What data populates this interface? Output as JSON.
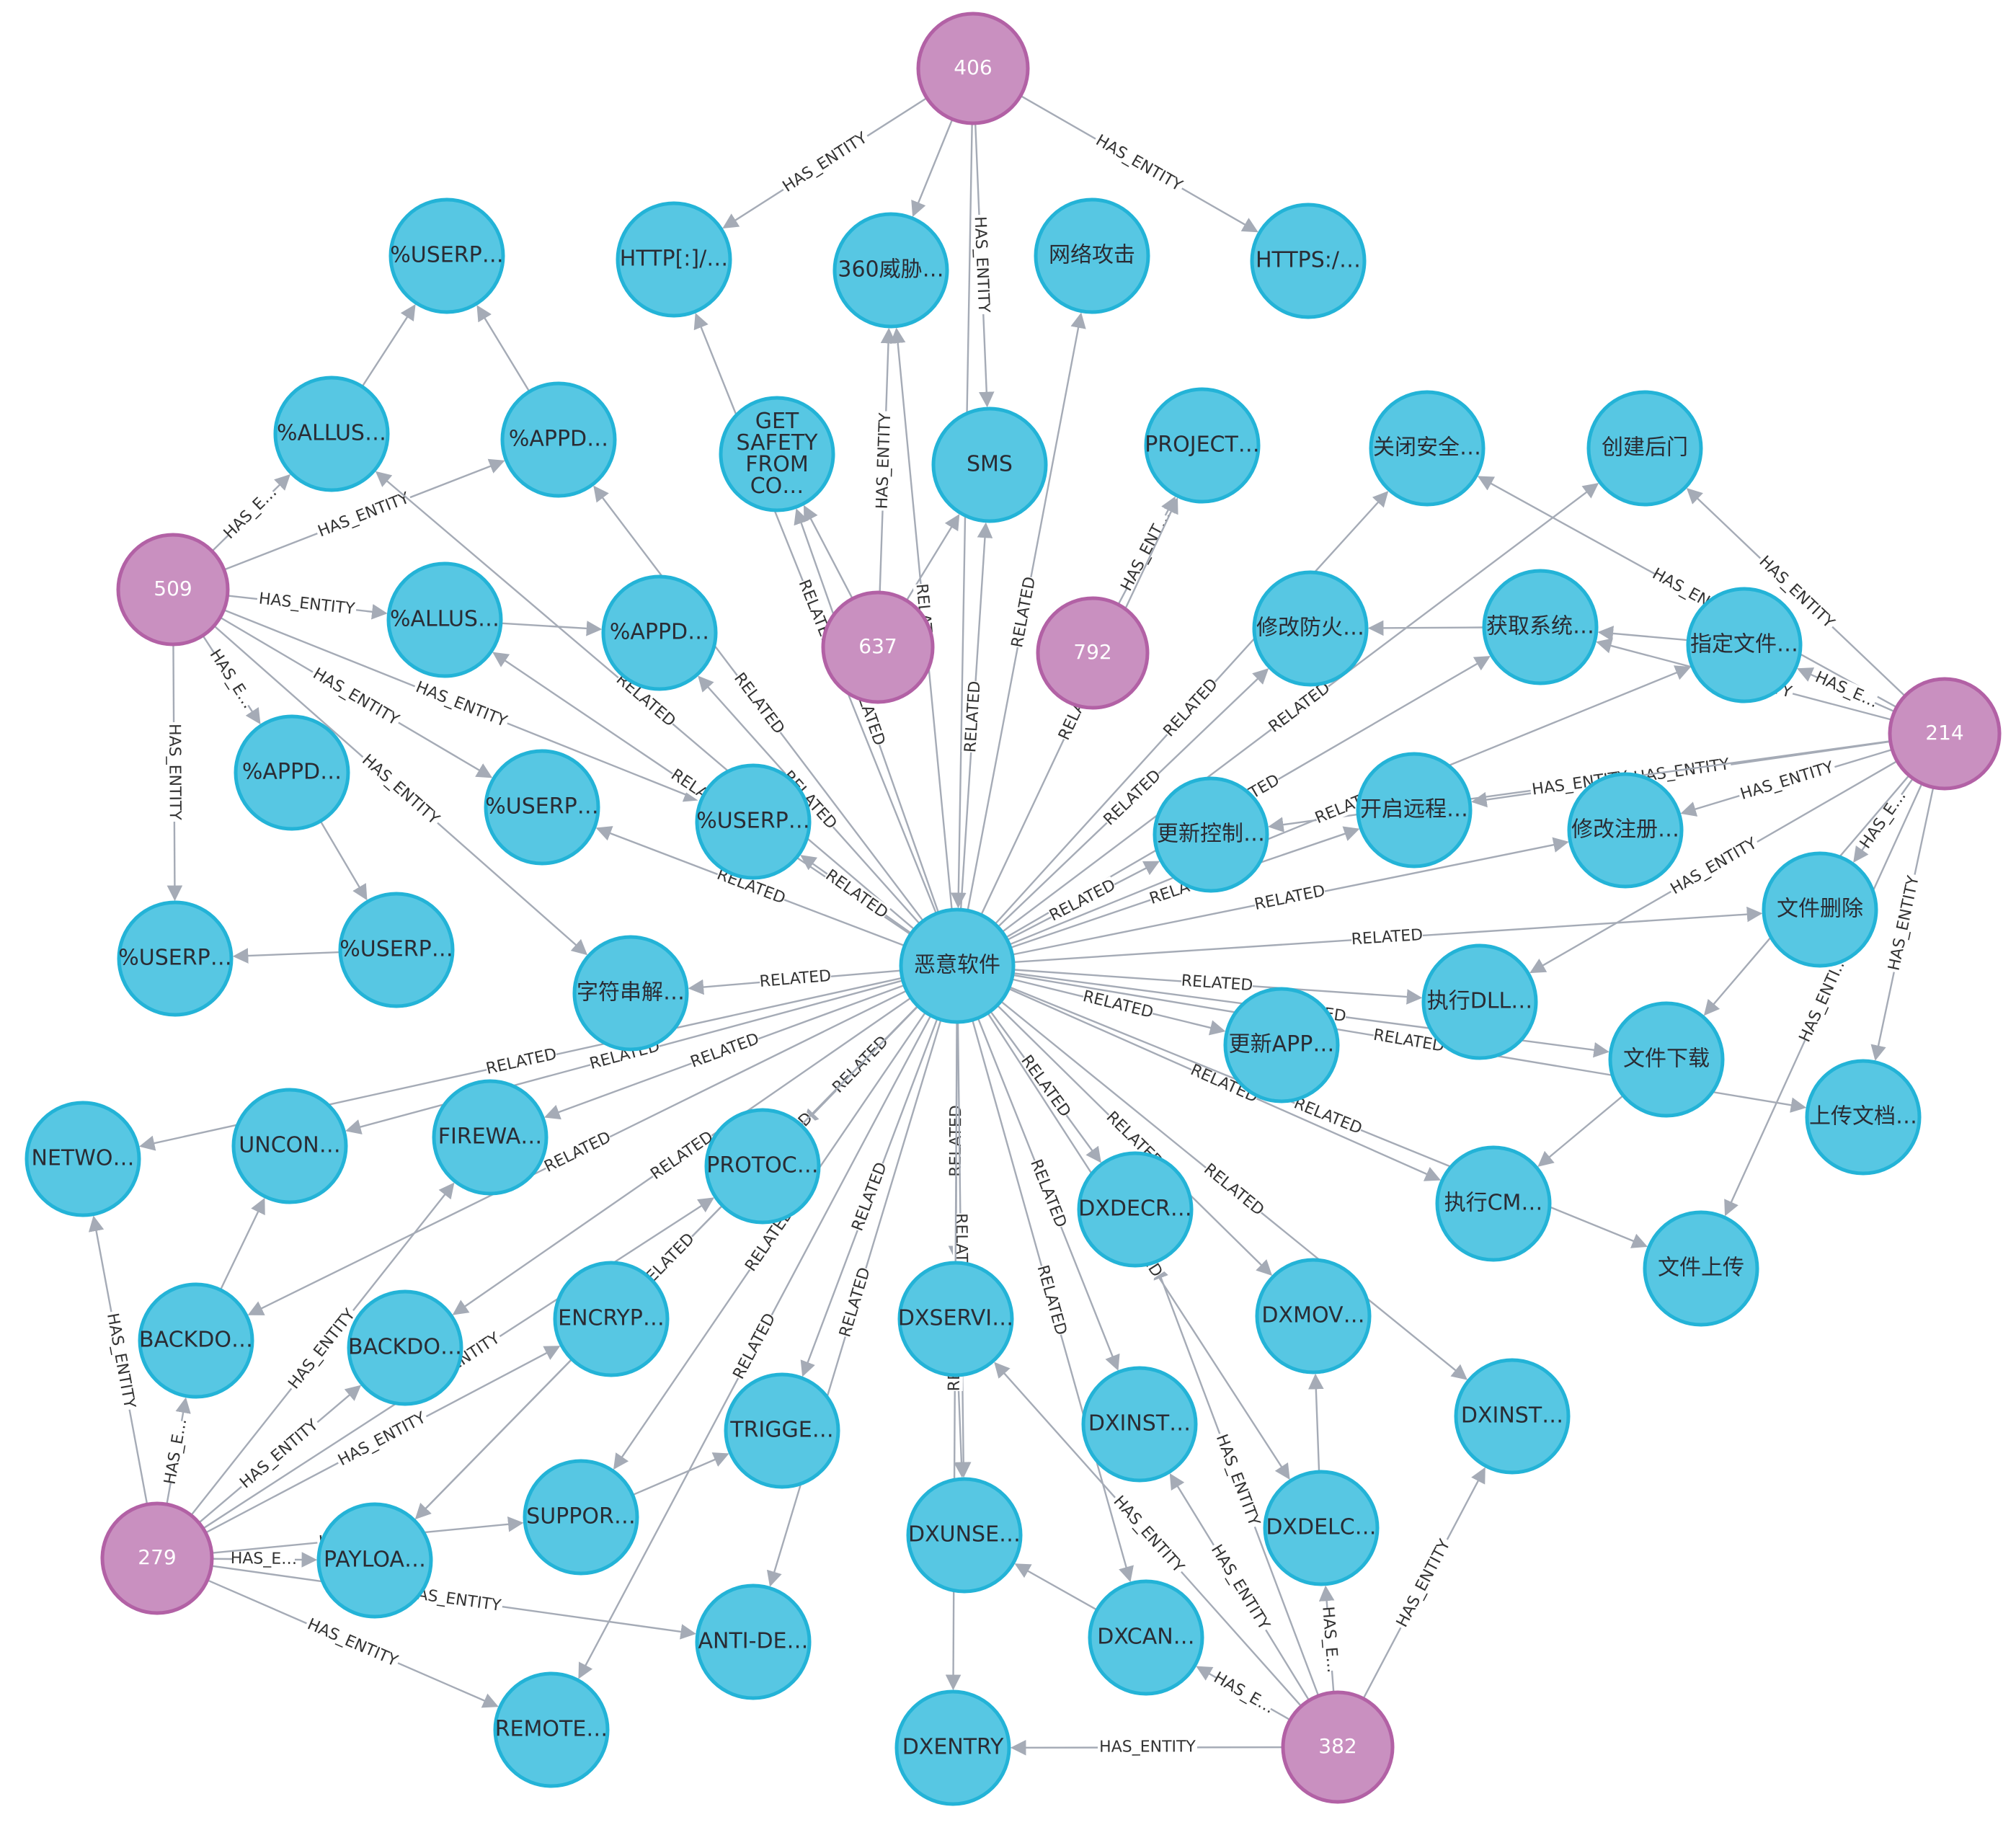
{
  "colors": {
    "entity_fill": "#57c7e3",
    "entity_stroke": "#23b3d7",
    "hub_fill": "#c990c0",
    "hub_stroke": "#b261a5",
    "edge": "#a5abb6",
    "label": "#333333"
  },
  "nodes": [
    {
      "id": "n406",
      "label": "406",
      "type": "hub"
    },
    {
      "id": "n637",
      "label": "637",
      "type": "hub"
    },
    {
      "id": "n792",
      "label": "792",
      "type": "hub"
    },
    {
      "id": "n509",
      "label": "509",
      "type": "hub"
    },
    {
      "id": "n214",
      "label": "214",
      "type": "hub"
    },
    {
      "id": "n279",
      "label": "279",
      "type": "hub"
    },
    {
      "id": "n382",
      "label": "382",
      "type": "hub"
    },
    {
      "id": "malware",
      "label": "恶意软件",
      "type": "entity"
    },
    {
      "id": "http",
      "label": "HTTP[:]/…",
      "type": "entity"
    },
    {
      "id": "threat360",
      "label": "360威胁…",
      "type": "entity"
    },
    {
      "id": "netattack",
      "label": "网络攻击",
      "type": "entity"
    },
    {
      "id": "https",
      "label": "HTTPS:/…",
      "type": "entity"
    },
    {
      "id": "userp1",
      "label": "%USERP…",
      "type": "entity"
    },
    {
      "id": "allus1",
      "label": "%ALLUS…",
      "type": "entity"
    },
    {
      "id": "appd1",
      "label": "%APPD…",
      "type": "entity"
    },
    {
      "id": "getsafety",
      "label": "GET SAFETY FROM CO…",
      "type": "entity"
    },
    {
      "id": "sms",
      "label": "SMS",
      "type": "entity"
    },
    {
      "id": "project",
      "label": "PROJECT…",
      "type": "entity"
    },
    {
      "id": "closesec",
      "label": "关闭安全…",
      "type": "entity"
    },
    {
      "id": "backdoor_cn",
      "label": "创建后门",
      "type": "entity"
    },
    {
      "id": "allus2",
      "label": "%ALLUS…",
      "type": "entity"
    },
    {
      "id": "appd2",
      "label": "%APPD…",
      "type": "entity"
    },
    {
      "id": "modfw",
      "label": "修改防火…",
      "type": "entity"
    },
    {
      "id": "getsys",
      "label": "获取系统…",
      "type": "entity"
    },
    {
      "id": "specfile",
      "label": "指定文件…",
      "type": "entity"
    },
    {
      "id": "appd3",
      "label": "%APPD…",
      "type": "entity"
    },
    {
      "id": "userp2",
      "label": "%USERP…",
      "type": "entity"
    },
    {
      "id": "userp3",
      "label": "%USERP…",
      "type": "entity"
    },
    {
      "id": "updctl",
      "label": "更新控制…",
      "type": "entity"
    },
    {
      "id": "remote_cn",
      "label": "开启远程…",
      "type": "entity"
    },
    {
      "id": "modreg",
      "label": "修改注册…",
      "type": "entity"
    },
    {
      "id": "userp4",
      "label": "%USERP…",
      "type": "entity"
    },
    {
      "id": "userp5",
      "label": "%USERP…",
      "type": "entity"
    },
    {
      "id": "strdec",
      "label": "字符串解…",
      "type": "entity"
    },
    {
      "id": "filedel",
      "label": "文件删除",
      "type": "entity"
    },
    {
      "id": "execdll",
      "label": "执行DLL…",
      "type": "entity"
    },
    {
      "id": "updapp",
      "label": "更新APP…",
      "type": "entity"
    },
    {
      "id": "filedl",
      "label": "文件下载",
      "type": "entity"
    },
    {
      "id": "uploaddoc",
      "label": "上传文档…",
      "type": "entity"
    },
    {
      "id": "network",
      "label": "NETWO…",
      "type": "entity"
    },
    {
      "id": "uncon",
      "label": "UNCON…",
      "type": "entity"
    },
    {
      "id": "firewa",
      "label": "FIREWA…",
      "type": "entity"
    },
    {
      "id": "protoc",
      "label": "PROTOC…",
      "type": "entity"
    },
    {
      "id": "dxdecr",
      "label": "DXDECR…",
      "type": "entity"
    },
    {
      "id": "execcm",
      "label": "执行CM…",
      "type": "entity"
    },
    {
      "id": "fileup",
      "label": "文件上传",
      "type": "entity"
    },
    {
      "id": "backdo1",
      "label": "BACKDO…",
      "type": "entity"
    },
    {
      "id": "backdo2",
      "label": "BACKDO…",
      "type": "entity"
    },
    {
      "id": "encryp",
      "label": "ENCRYP…",
      "type": "entity"
    },
    {
      "id": "dxservi",
      "label": "DXSERVI…",
      "type": "entity"
    },
    {
      "id": "dxmov",
      "label": "DXMOV…",
      "type": "entity"
    },
    {
      "id": "dxinst1",
      "label": "DXINST…",
      "type": "entity"
    },
    {
      "id": "dxinst2",
      "label": "DXINST…",
      "type": "entity"
    },
    {
      "id": "trigge",
      "label": "TRIGGE…",
      "type": "entity"
    },
    {
      "id": "suppor",
      "label": "SUPPOR…",
      "type": "entity"
    },
    {
      "id": "payloa",
      "label": "PAYLOA…",
      "type": "entity"
    },
    {
      "id": "dxunse",
      "label": "DXUNSE…",
      "type": "entity"
    },
    {
      "id": "dxdelc",
      "label": "DXDELC…",
      "type": "entity"
    },
    {
      "id": "antide",
      "label": "ANTI-DE…",
      "type": "entity"
    },
    {
      "id": "dxcan",
      "label": "DXCAN…",
      "type": "entity"
    },
    {
      "id": "remote",
      "label": "REMOTE…",
      "type": "entity"
    },
    {
      "id": "dxentry",
      "label": "DXENTRY",
      "type": "entity"
    }
  ],
  "edges": [
    {
      "from": "n406",
      "to": "http",
      "label": "HAS_ENTITY"
    },
    {
      "from": "n406",
      "to": "https",
      "label": "HAS_ENTITY"
    },
    {
      "from": "n406",
      "to": "sms",
      "label": "HAS_ENTITY"
    },
    {
      "from": "n406",
      "to": "threat360",
      "label": ""
    },
    {
      "from": "n406",
      "to": "malware",
      "label": ""
    },
    {
      "from": "n637",
      "to": "threat360",
      "label": "HAS_ENTITY"
    },
    {
      "from": "n637",
      "to": "getsafety",
      "label": ""
    },
    {
      "from": "n637",
      "to": "sms",
      "label": ""
    },
    {
      "from": "n792",
      "to": "project",
      "label": "HAS_ENT…"
    },
    {
      "from": "n509",
      "to": "allus1",
      "label": "HAS_E…"
    },
    {
      "from": "n509",
      "to": "appd1",
      "label": "HAS_ENTITY"
    },
    {
      "from": "n509",
      "to": "allus2",
      "label": "HAS_ENTITY"
    },
    {
      "from": "n509",
      "to": "userp4",
      "label": "HAS_ENTITY"
    },
    {
      "from": "n509",
      "to": "userp3",
      "label": "HAS_ENTITY"
    },
    {
      "from": "n509",
      "to": "userp2",
      "label": "HAS_ENTITY"
    },
    {
      "from": "n509",
      "to": "appd3",
      "label": "HAS_E…"
    },
    {
      "from": "n509",
      "to": "strdec",
      "label": "HAS_ENTITY"
    },
    {
      "from": "allus1",
      "to": "userp1",
      "label": ""
    },
    {
      "from": "appd1",
      "to": "userp1",
      "label": ""
    },
    {
      "from": "allus2",
      "to": "appd2",
      "label": ""
    },
    {
      "from": "appd3",
      "to": "userp5",
      "label": ""
    },
    {
      "from": "userp5",
      "to": "userp4",
      "label": ""
    },
    {
      "from": "n214",
      "to": "backdoor_cn",
      "label": "HAS_ENTITY"
    },
    {
      "from": "n214",
      "to": "closesec",
      "label": "HAS_EN…"
    },
    {
      "from": "n214",
      "to": "specfile",
      "label": "HAS_E…"
    },
    {
      "from": "n214",
      "to": "getsys",
      "label": "HAS_ENTITY"
    },
    {
      "from": "n214",
      "to": "remote_cn",
      "label": "HAS_ENTITY"
    },
    {
      "from": "n214",
      "to": "modreg",
      "label": "HAS_ENTITY"
    },
    {
      "from": "n214",
      "to": "updctl",
      "label": "HAS_ENTITY"
    },
    {
      "from": "n214",
      "to": "filedel",
      "label": "HAS_E…"
    },
    {
      "from": "n214",
      "to": "uploaddoc",
      "label": "HAS_ENTITY"
    },
    {
      "from": "n214",
      "to": "filedl",
      "label": "HAS_ENTITY"
    },
    {
      "from": "n214",
      "to": "execdll",
      "label": "HAS_ENTITY"
    },
    {
      "from": "n214",
      "to": "fileup",
      "label": "HAS_ENTI…"
    },
    {
      "from": "specfile",
      "to": "getsys",
      "label": ""
    },
    {
      "from": "getsys",
      "to": "modfw",
      "label": ""
    },
    {
      "from": "filedl",
      "to": "execcm",
      "label": ""
    },
    {
      "from": "n279",
      "to": "network",
      "label": "HAS_ENTITY"
    },
    {
      "from": "n279",
      "to": "backdo1",
      "label": "HAS_E…"
    },
    {
      "from": "n279",
      "to": "backdo2",
      "label": "HAS_ENTITY"
    },
    {
      "from": "n279",
      "to": "firewa",
      "label": "HAS_ENTITY"
    },
    {
      "from": "n279",
      "to": "encryp",
      "label": "HAS_ENTITY"
    },
    {
      "from": "n279",
      "to": "protoc",
      "label": "HAS_ENTITY"
    },
    {
      "from": "n279",
      "to": "payloa",
      "label": "HAS_E…"
    },
    {
      "from": "n279",
      "to": "suppor",
      "label": "HAS_ENTITY"
    },
    {
      "from": "n279",
      "to": "antide",
      "label": "HAS_ENTITY"
    },
    {
      "from": "n279",
      "to": "remote",
      "label": "HAS_ENTITY"
    },
    {
      "from": "backdo1",
      "to": "uncon",
      "label": ""
    },
    {
      "from": "encryp",
      "to": "payloa",
      "label": ""
    },
    {
      "from": "suppor",
      "to": "trigge",
      "label": ""
    },
    {
      "from": "n382",
      "to": "dxentry",
      "label": "HAS_ENTITY"
    },
    {
      "from": "n382",
      "to": "dxcan",
      "label": "HAS_E…"
    },
    {
      "from": "n382",
      "to": "dxdelc",
      "label": "HAS_E…"
    },
    {
      "from": "n382",
      "to": "dxinst2",
      "label": "HAS_ENTITY"
    },
    {
      "from": "n382",
      "to": "dxinst1",
      "label": "HAS_ENTITY"
    },
    {
      "from": "n382",
      "to": "dxservi",
      "label": "HAS_ENTITY"
    },
    {
      "from": "n382",
      "to": "dxdecr",
      "label": "HAS_ENTITY"
    },
    {
      "from": "dxdelc",
      "to": "dxmov",
      "label": ""
    },
    {
      "from": "dxcan",
      "to": "dxunse",
      "label": ""
    },
    {
      "from": "dxservi",
      "to": "dxunse",
      "label": ""
    },
    {
      "from": "malware",
      "to": "threat360",
      "label": "RELATED"
    },
    {
      "from": "malware",
      "to": "netattack",
      "label": "RELATED"
    },
    {
      "from": "malware",
      "to": "sms",
      "label": "RELATED"
    },
    {
      "from": "malware",
      "to": "http",
      "label": "RELATED"
    },
    {
      "from": "malware",
      "to": "getsafety",
      "label": "RELATED"
    },
    {
      "from": "malware",
      "to": "project",
      "label": "RELATED"
    },
    {
      "from": "malware",
      "to": "allus1",
      "label": "RELATED"
    },
    {
      "from": "malware",
      "to": "appd1",
      "label": "RELATED"
    },
    {
      "from": "malware",
      "to": "appd2",
      "label": "RELATED"
    },
    {
      "from": "malware",
      "to": "allus2",
      "label": "RELATED"
    },
    {
      "from": "malware",
      "to": "userp2",
      "label": "RELATED"
    },
    {
      "from": "malware",
      "to": "userp3",
      "label": "RELATED"
    },
    {
      "from": "malware",
      "to": "strdec",
      "label": "RELATED"
    },
    {
      "from": "malware",
      "to": "closesec",
      "label": "RELATED"
    },
    {
      "from": "malware",
      "to": "backdoor_cn",
      "label": "RELATED"
    },
    {
      "from": "malware",
      "to": "modfw",
      "label": "RELATED"
    },
    {
      "from": "malware",
      "to": "getsys",
      "label": "RELATED"
    },
    {
      "from": "malware",
      "to": "specfile",
      "label": "RELATED"
    },
    {
      "from": "malware",
      "to": "updctl",
      "label": "RELATED"
    },
    {
      "from": "malware",
      "to": "remote_cn",
      "label": "RELATED"
    },
    {
      "from": "malware",
      "to": "modreg",
      "label": "RELATED"
    },
    {
      "from": "malware",
      "to": "filedel",
      "label": "RELATED"
    },
    {
      "from": "malware",
      "to": "execdll",
      "label": "RELATED"
    },
    {
      "from": "malware",
      "to": "updapp",
      "label": "RELATED"
    },
    {
      "from": "malware",
      "to": "filedl",
      "label": "RELATED"
    },
    {
      "from": "malware",
      "to": "uploaddoc",
      "label": "RELATED"
    },
    {
      "from": "malware",
      "to": "execcm",
      "label": "RELATED"
    },
    {
      "from": "malware",
      "to": "fileup",
      "label": "RELATED"
    },
    {
      "from": "malware",
      "to": "network",
      "label": "RELATED"
    },
    {
      "from": "malware",
      "to": "uncon",
      "label": "RELATED"
    },
    {
      "from": "malware",
      "to": "firewa",
      "label": "RELATED"
    },
    {
      "from": "malware",
      "to": "protoc",
      "label": "RELATED"
    },
    {
      "from": "malware",
      "to": "backdo1",
      "label": "RELATED"
    },
    {
      "from": "malware",
      "to": "backdo2",
      "label": "RELATED"
    },
    {
      "from": "malware",
      "to": "encryp",
      "label": "RELATED"
    },
    {
      "from": "malware",
      "to": "trigge",
      "label": "RELATED"
    },
    {
      "from": "malware",
      "to": "suppor",
      "label": "RELATED"
    },
    {
      "from": "malware",
      "to": "antide",
      "label": "RELATED"
    },
    {
      "from": "malware",
      "to": "remote",
      "label": "RELATED"
    },
    {
      "from": "malware",
      "to": "dxservi",
      "label": "RELATED"
    },
    {
      "from": "malware",
      "to": "dxunse",
      "label": "RELATED"
    },
    {
      "from": "malware",
      "to": "dxdecr",
      "label": "RELATED"
    },
    {
      "from": "malware",
      "to": "dxmov",
      "label": "RELATED"
    },
    {
      "from": "malware",
      "to": "dxinst1",
      "label": "RELATED"
    },
    {
      "from": "malware",
      "to": "dxinst2",
      "label": "RELATED"
    },
    {
      "from": "malware",
      "to": "dxdelc",
      "label": "RELATED"
    },
    {
      "from": "malware",
      "to": "dxcan",
      "label": "RELATED"
    },
    {
      "from": "malware",
      "to": "dxentry",
      "label": "RELATED"
    },
    {
      "from": "malware",
      "to": "payloa",
      "label": "RELATED"
    }
  ]
}
